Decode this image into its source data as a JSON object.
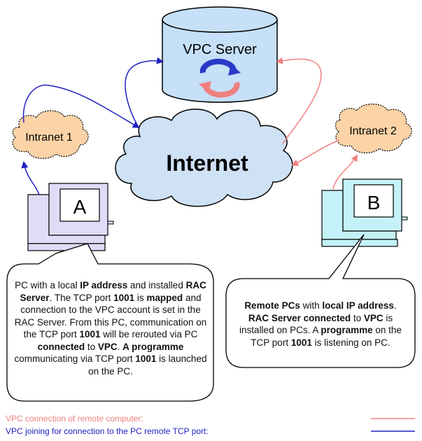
{
  "diagram": {
    "server_label": "VPC Server",
    "internet_label": "Internet",
    "intranet1_label": "Intranet 1",
    "intranet2_label": "Intranet 2",
    "pc_a_label": "A",
    "pc_b_label": "B",
    "callout_a": {
      "t1": "PC with a local ",
      "t2": "IP address",
      "t3": " and installed ",
      "t4": "RAC Server",
      "t5": ". The TCP port ",
      "t6": "1001",
      "t7": " is ",
      "t8": "mapped",
      "t9": " and connection to the VPC account is set in the RAC Server. From this PC, communication on the TCP port ",
      "t10": "1001",
      "t11": " will be rerouted via PC ",
      "t12": "connected",
      "t13": " to ",
      "t14": "VPC",
      "t15": ". ",
      "t16": "A programme",
      "t17": " communicating via TCP port ",
      "t18": "1001",
      "t19": " is launched on the PC."
    },
    "callout_b": {
      "t1": "Remote PCs",
      "t2": " with ",
      "t3": "local IP address",
      "t4": ".",
      "t5": "RAC Server connected",
      "t6": " to ",
      "t7": "VPC",
      "t8": " is installed on PCs. A ",
      "t9": "programme",
      "t10": " on the TCP port ",
      "t11": "1001",
      "t12": " is listening on PC."
    }
  },
  "legend": {
    "remote_label": "VPC connection of remote computer:",
    "joining_label": "VPC joining for connection to the PC remote TCP port:"
  },
  "colors": {
    "remote": "#f08080",
    "joining": "#2020c0"
  }
}
